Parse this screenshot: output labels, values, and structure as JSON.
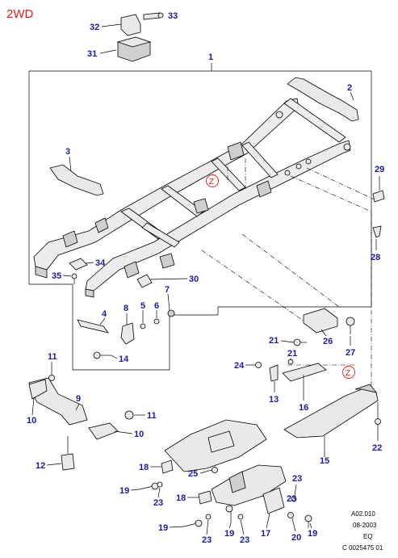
{
  "header": {
    "model_label": "2WD"
  },
  "callouts": {
    "p1": "1",
    "p2": "2",
    "p3": "3",
    "p4": "4",
    "p5": "5",
    "p6": "6",
    "p7": "7",
    "p8": "8",
    "p9": "9",
    "p10a": "10",
    "p10b": "10",
    "p11a": "11",
    "p11b": "11",
    "p12": "12",
    "p13": "13",
    "p14": "14",
    "p15": "15",
    "p16": "16",
    "p17": "17",
    "p18a": "18",
    "p18b": "18",
    "p19a": "19",
    "p19b": "19",
    "p19c": "19",
    "p19d": "19",
    "p20": "20",
    "p21a": "21",
    "p21b": "21",
    "p22": "22",
    "p23a": "23",
    "p23b": "23",
    "p23c": "23",
    "p23d": "23",
    "p23e": "23",
    "p24": "24",
    "p25": "25",
    "p26": "26",
    "p27": "27",
    "p28": "28",
    "p29": "29",
    "p30": "30",
    "p31": "31",
    "p32": "32",
    "p33": "33",
    "p34": "34",
    "p35": "35"
  },
  "zone_markers": {
    "z1": "Z",
    "z2": "Z"
  },
  "footer": {
    "ref_code": "A02.010",
    "date": "08-2003",
    "region": "EQ",
    "copyright": "C 0025475 01"
  },
  "colors": {
    "callout": "#1a1aa6",
    "accent": "#e01b1b",
    "line": "#000000"
  }
}
